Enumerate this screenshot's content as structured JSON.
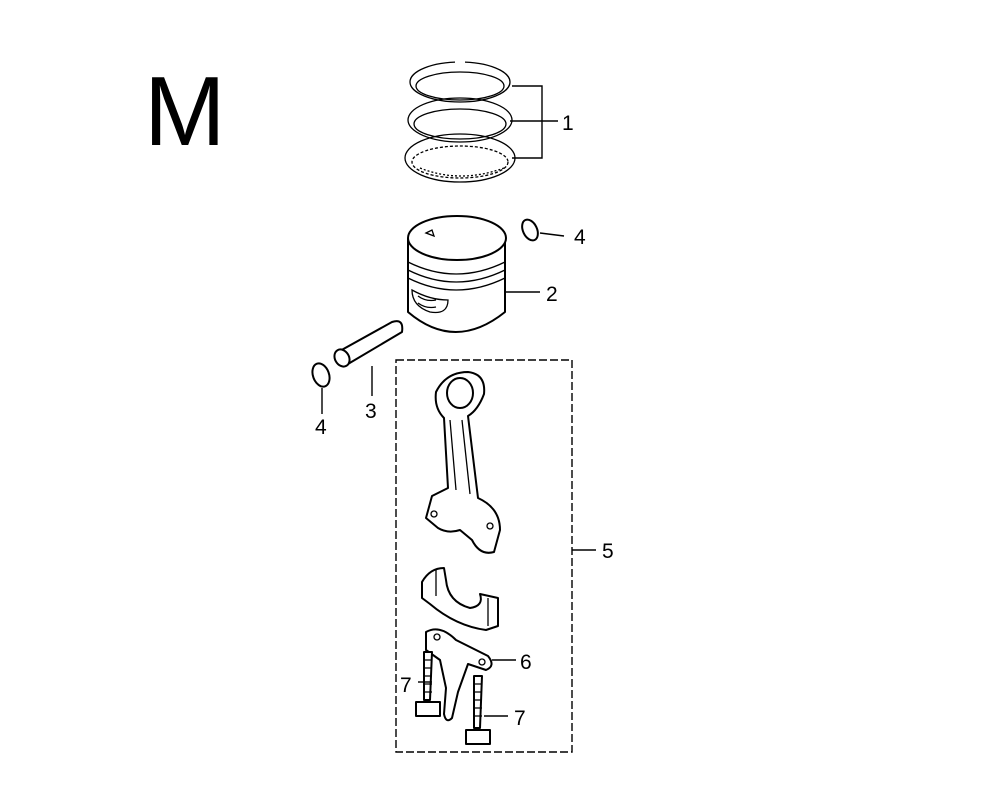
{
  "section_letter": "M",
  "callouts": {
    "piston_rings": "1",
    "piston": "2",
    "piston_pin": "3",
    "pin_clip_right": "4",
    "pin_clip_left": "4",
    "connecting_rod_assembly": "5",
    "oil_dipper": "6",
    "bolt_left": "7",
    "bolt_right": "7"
  }
}
